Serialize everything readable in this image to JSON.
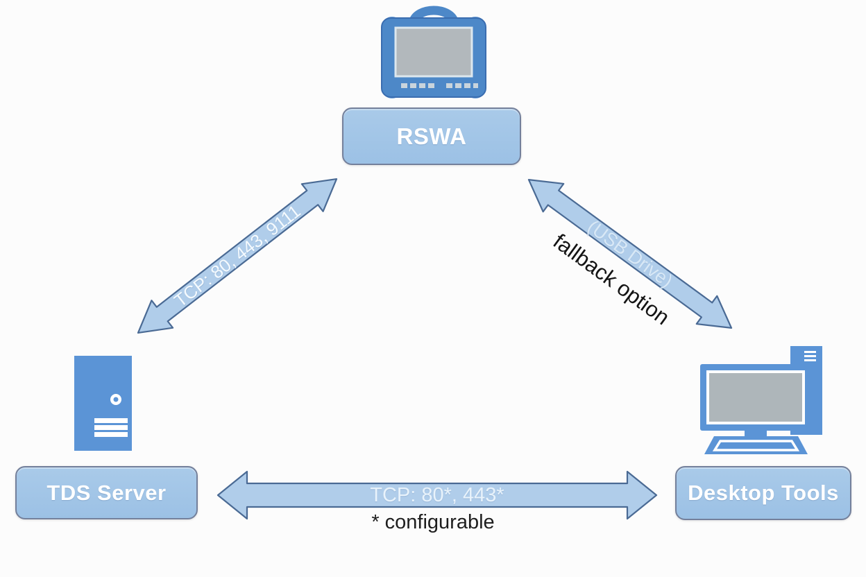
{
  "diagram": {
    "nodes": {
      "rswa": {
        "label": "RSWA",
        "icon": "rugged-tablet-icon"
      },
      "tds_server": {
        "label": "TDS Server",
        "icon": "server-tower-icon"
      },
      "desktop_tools": {
        "label": "Desktop Tools",
        "icon": "desktop-computer-icon"
      }
    },
    "connections": {
      "tds_to_rswa": {
        "type": "bidirectional-arrow",
        "label": "TCP: 80, 443, 9111"
      },
      "rswa_to_desktop": {
        "type": "bidirectional-arrow",
        "label": "(USB Drive)",
        "annotation": "fallback option"
      },
      "tds_to_desktop": {
        "type": "bidirectional-arrow",
        "label": "TCP: 80*, 443*",
        "footnote": "* configurable"
      }
    },
    "colors": {
      "node_fill": "#9cc1e5",
      "node_border": "#74809b",
      "node_text": "#ffffff",
      "arrow_fill": "#b0cdea",
      "arrow_border": "#4a6a94",
      "arrow_text": "#f4fafe",
      "icon_blue": "#5b94d6",
      "icon_screen_gray": "#b0b6ba",
      "annotation_text": "#141414",
      "background": "#fcfcfc"
    }
  }
}
